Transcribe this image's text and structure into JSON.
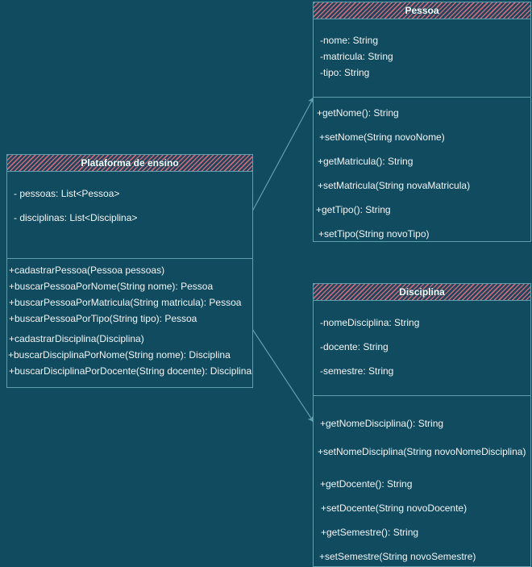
{
  "classes": {
    "plataforma": {
      "title": "Plataforma de ensino",
      "attributes": [
        "- pessoas: List<Pessoa>",
        "- disciplinas: List<Disciplina>"
      ],
      "methods": [
        "+cadastrarPessoa(Pessoa pessoas)",
        "+buscarPessoaPorNome(String nome): Pessoa",
        "+buscarPessoaPorMatricula(String matricula): Pessoa",
        "+buscarPessoaPorTipo(String tipo): Pessoa",
        "+cadastrarDisciplina(Disciplina)",
        "+buscarDisciplinaPorNome(String nome): Disciplina",
        "+buscarDisciplinaPorDocente(String docente): Disciplina"
      ]
    },
    "pessoa": {
      "title": "Pessoa",
      "attributes": [
        "-nome: String",
        "-matricula: String",
        "-tipo: String"
      ],
      "methods": [
        "+getNome(): String",
        "+setNome(String novoNome)",
        "+getMatricula(): String",
        "+setMatricula(String novaMatricula)",
        "+getTipo(): String",
        "+setTipo(String novoTipo)"
      ]
    },
    "disciplina": {
      "title": "Disciplina",
      "attributes": [
        "-nomeDisciplina: String",
        "-docente: String",
        "-semestre: String"
      ],
      "methods": [
        "+getNomeDisciplina(): String",
        "+setNomeDisciplina(String novoNomeDisciplina)",
        "+getDocente(): String",
        "+setDocente(String novoDocente)",
        "+getSemestre(): String",
        "+setSemestre(String novoSemestre)"
      ]
    }
  },
  "colors": {
    "background": "#114b5f",
    "border": "#5f9fae",
    "header_hatch": "#e05f74",
    "text": "#f1f6f7"
  }
}
